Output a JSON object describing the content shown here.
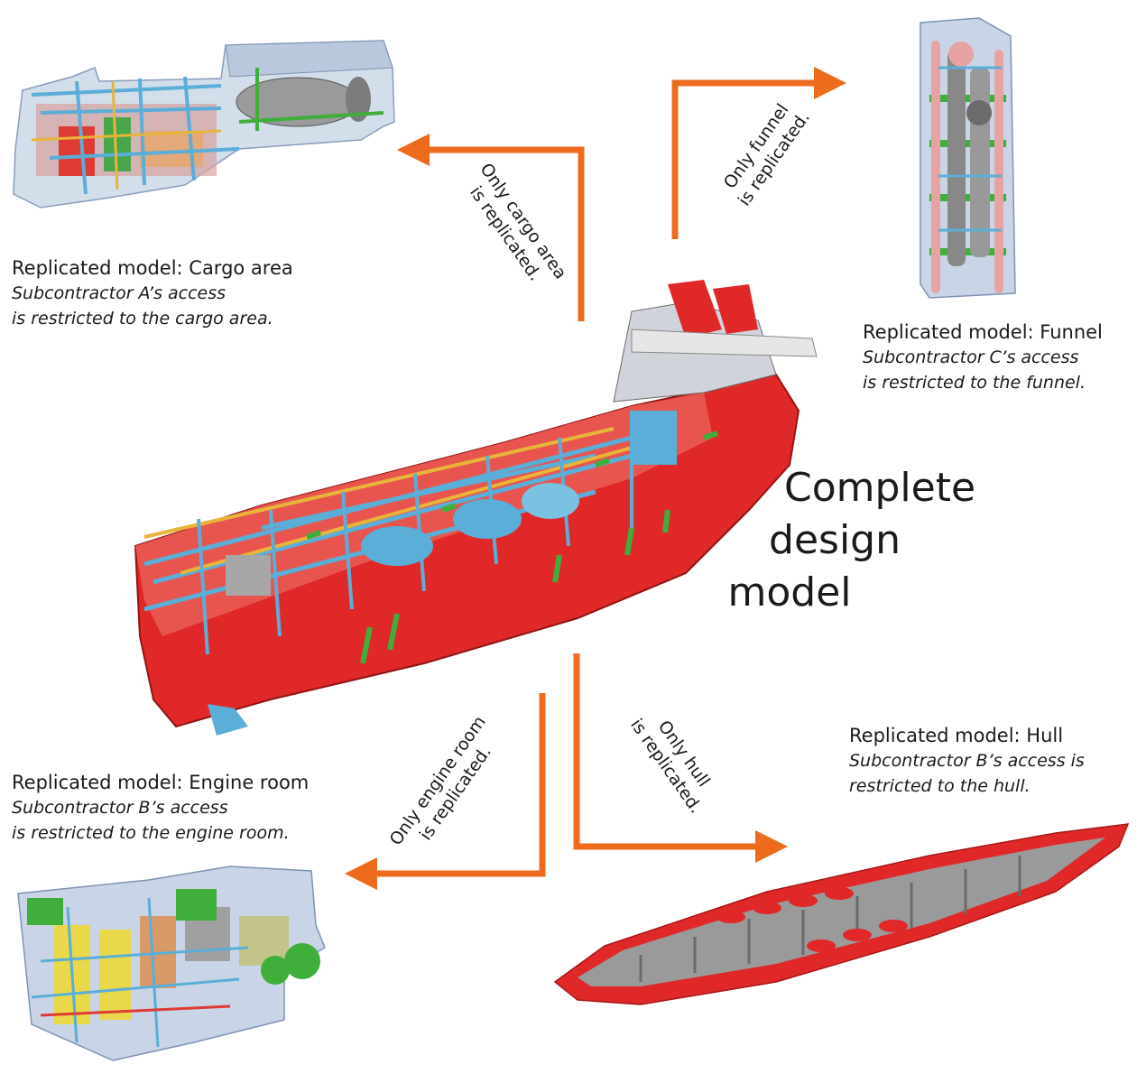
{
  "main_title": {
    "line1": "Complete",
    "line2": "design",
    "line3": "model"
  },
  "arrows": {
    "cargo": {
      "line1": "Only cargo area",
      "line2": "is replicated."
    },
    "funnel": {
      "line1": "Only funnel",
      "line2": "is replicated."
    },
    "engine": {
      "line1": "Only engine room",
      "line2": "is replicated."
    },
    "hull": {
      "line1": "Only hull",
      "line2": "is replicated."
    }
  },
  "captions": {
    "cargo": {
      "title": "Replicated model: Cargo area",
      "line1": "Subcontractor A’s access",
      "line2": "is restricted to the cargo area."
    },
    "funnel": {
      "title": "Replicated model: Funnel",
      "line1": "Subcontractor C’s access",
      "line2": "is restricted to the funnel."
    },
    "engine": {
      "title": "Replicated model: Engine room",
      "line1": "Subcontractor B’s access",
      "line2": "is restricted to the engine room."
    },
    "hull": {
      "title": "Replicated model: Hull",
      "line1": "Subcontractor B’s access is",
      "line2": "restricted to the hull."
    }
  },
  "colors": {
    "arrow": "#ee6a1c",
    "hull_red": "#e02828",
    "pipe_blue": "#5aaed8",
    "pipe_green": "#3fae3a",
    "grey_hull": "#9a9a9a"
  }
}
